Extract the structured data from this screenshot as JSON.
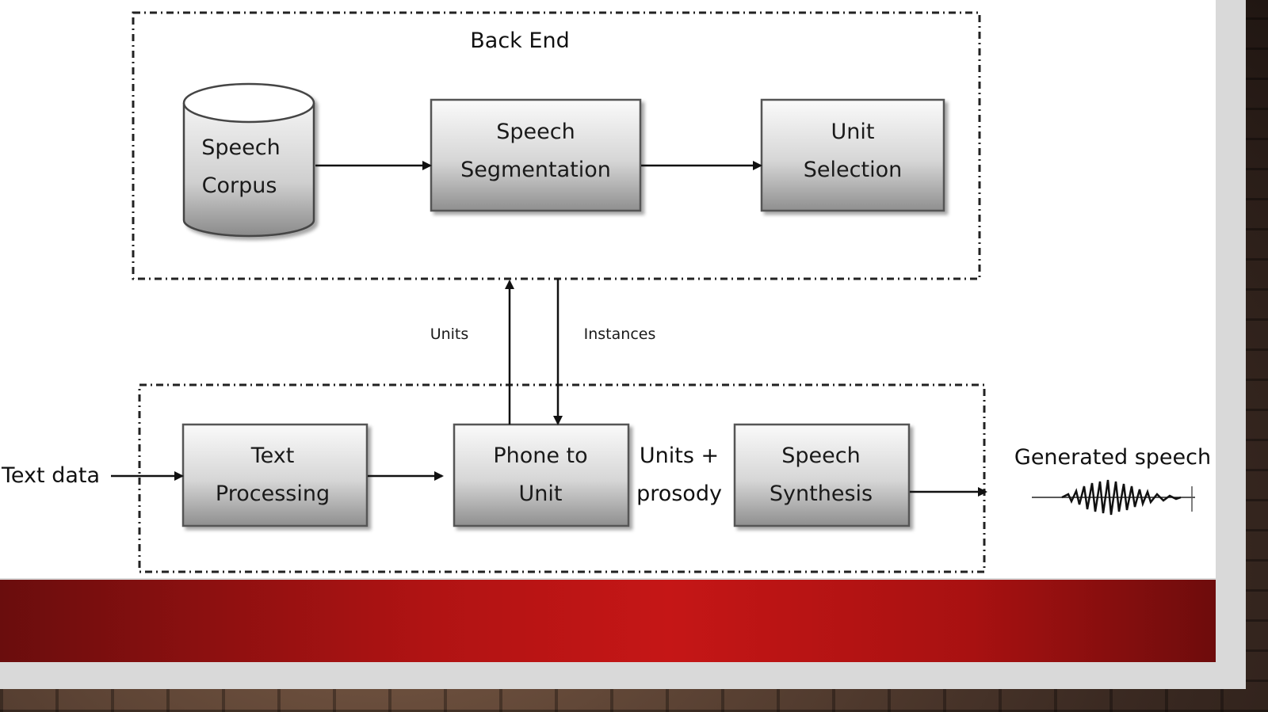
{
  "groups": {
    "back_end": {
      "title": "Back End"
    }
  },
  "nodes": {
    "speech_corpus": {
      "line1": "Speech",
      "line2": "Corpus"
    },
    "speech_segmentation": {
      "line1": "Speech",
      "line2": "Segmentation"
    },
    "unit_selection": {
      "line1": "Unit",
      "line2": "Selection"
    },
    "text_processing": {
      "line1": "Text",
      "line2": "Processing"
    },
    "phone_to_unit": {
      "line1": "Phone to",
      "line2": "Unit"
    },
    "speech_synthesis": {
      "line1": "Speech",
      "line2": "Synthesis"
    }
  },
  "edges": {
    "units": "Units",
    "instances": "Instances",
    "units_prosody_line1": "Units +",
    "units_prosody_line2": "prosody"
  },
  "io": {
    "input": "Text data",
    "output": "Generated speech"
  },
  "icons": {
    "waveform": "waveform-icon"
  }
}
